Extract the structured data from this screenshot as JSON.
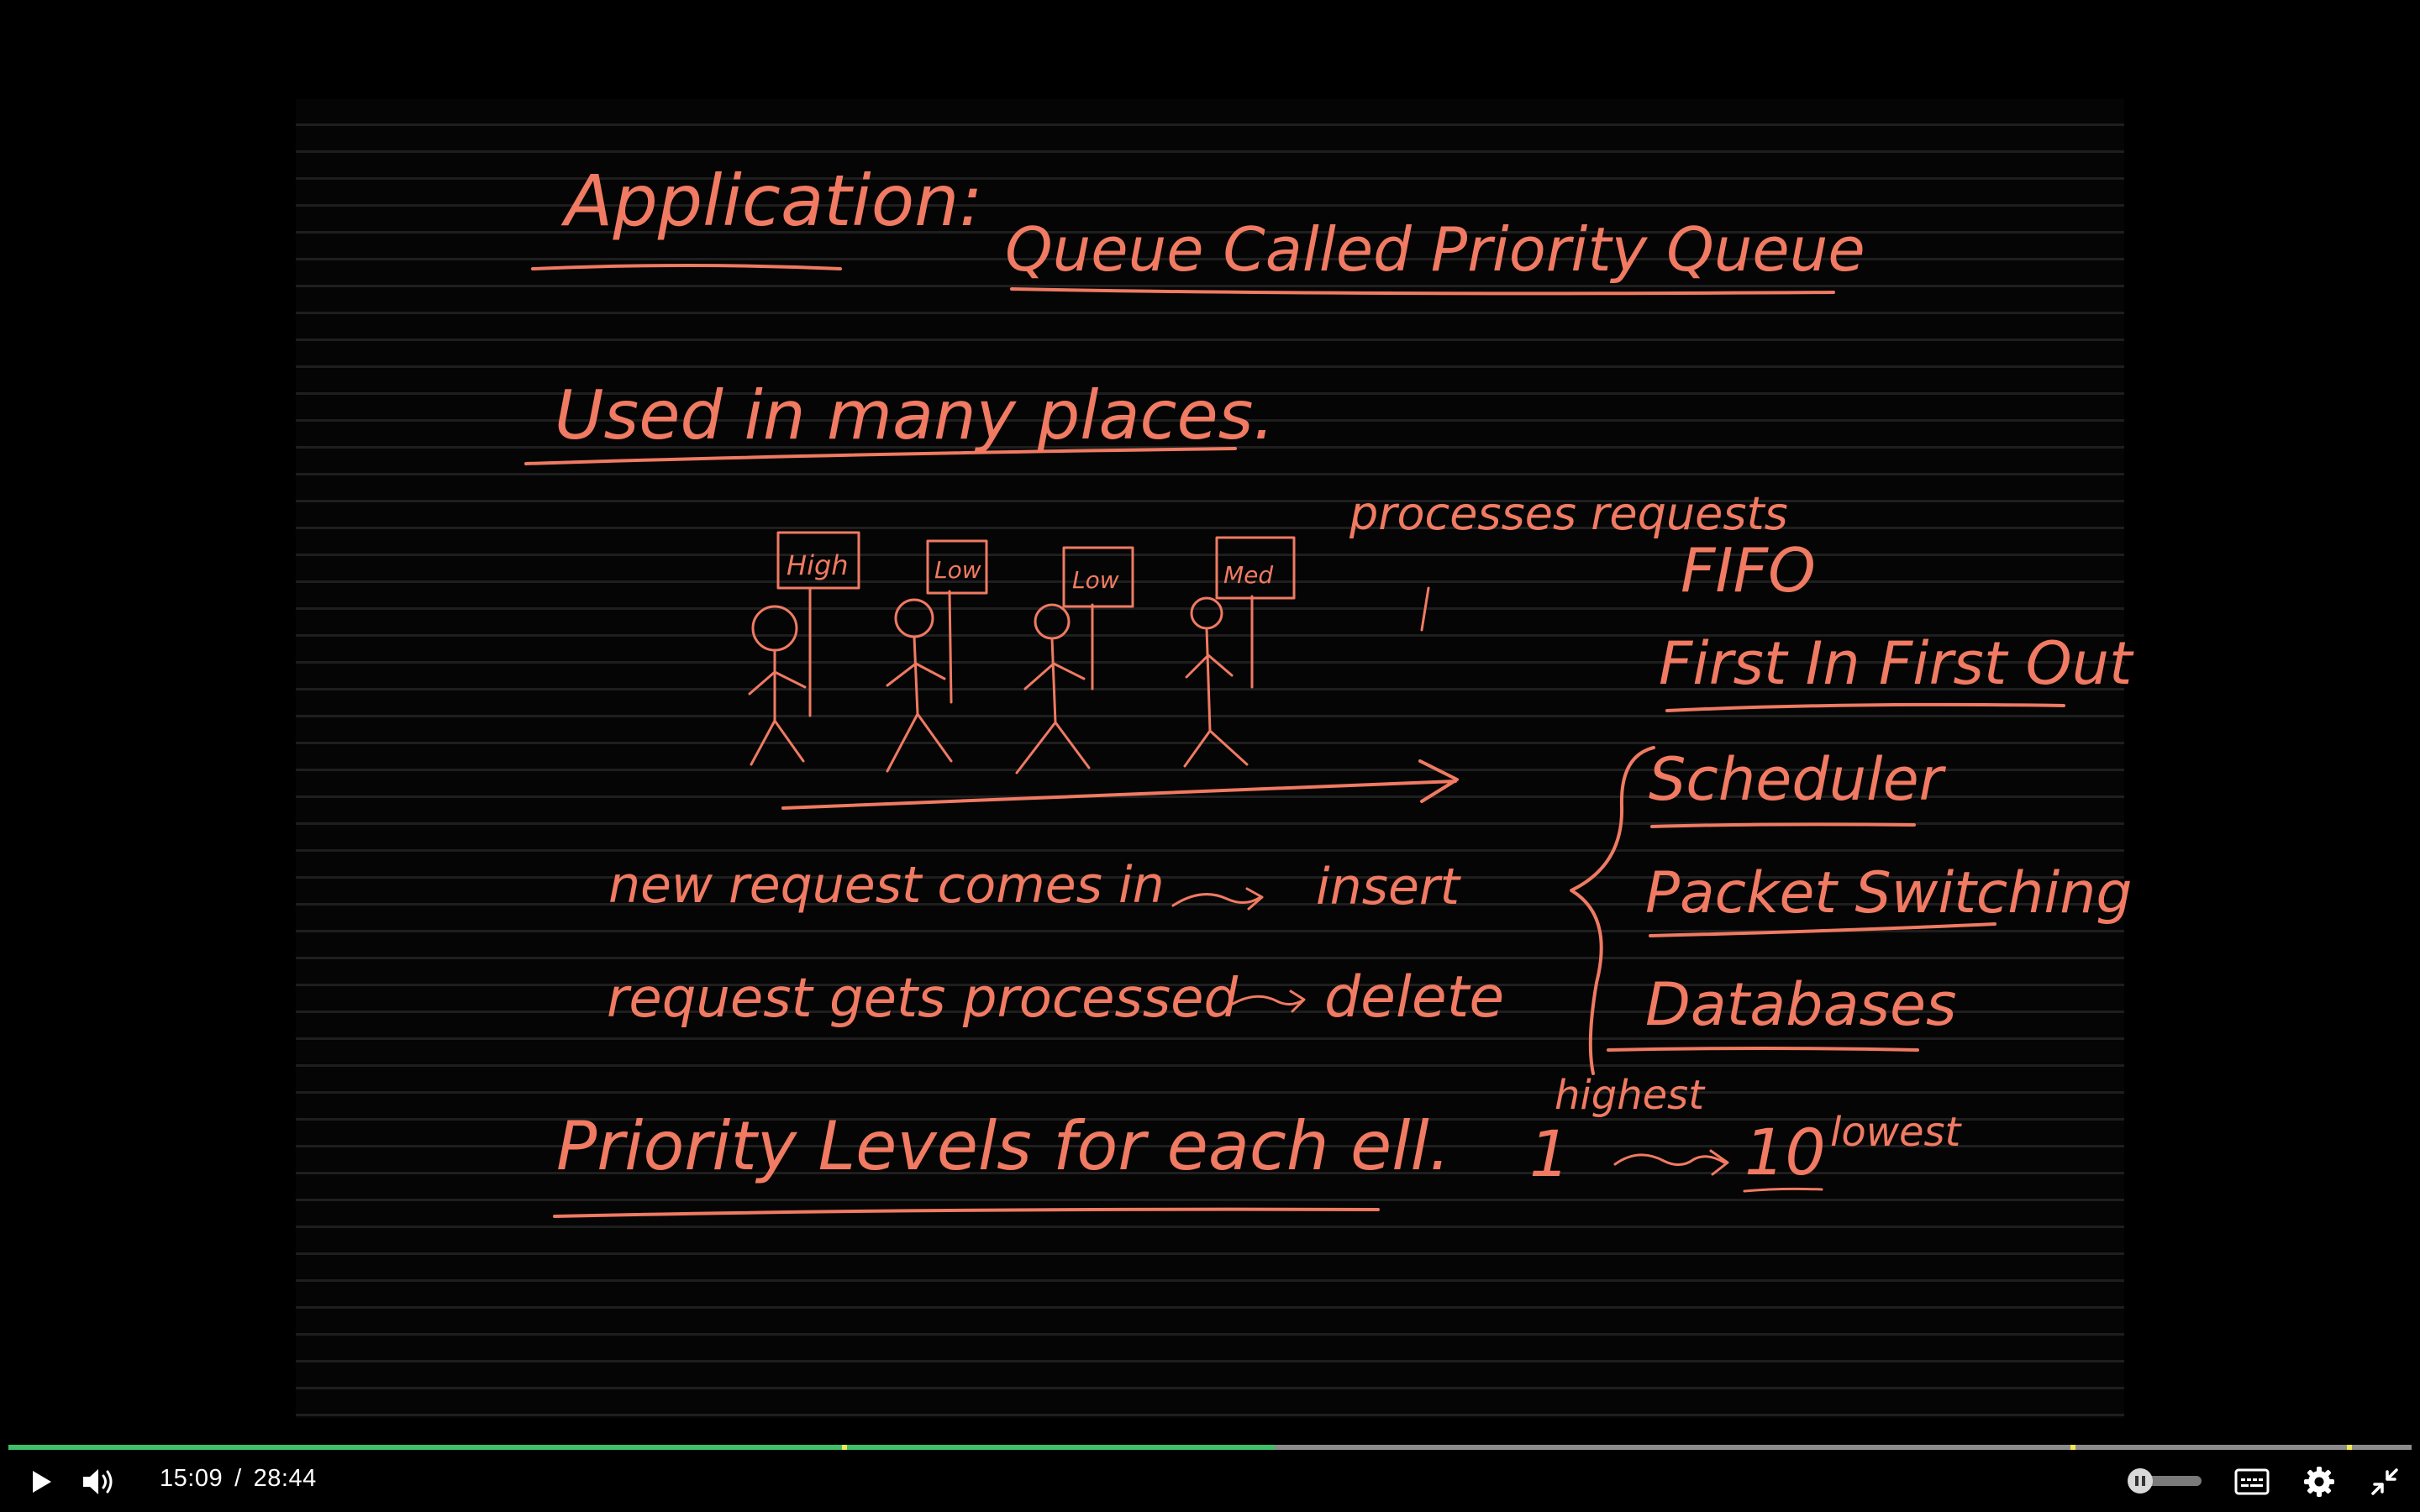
{
  "player": {
    "current_time": "15:09",
    "time_separator": "/",
    "total_duration": "28:44",
    "progress_fraction": 0.527,
    "buffered_fraction": 0.527,
    "chapter_marker_fractions": [
      0.347,
      0.858,
      0.973
    ],
    "colors": {
      "progress": "#3fbf6a",
      "track": "#8c8c8c",
      "marker": "#f2e94e",
      "ink": "#f07a62"
    },
    "icons": {
      "play": "play-icon",
      "volume": "volume-icon",
      "autoplay": "autoplay-toggle-icon",
      "captions": "captions-icon",
      "settings": "gear-icon",
      "fullscreen_exit": "exit-fullscreen-icon"
    }
  },
  "board": {
    "title_left": "Application:",
    "title_right": "Queue Called Priority Queue",
    "subtitle": "Used in many places.",
    "sign_labels": [
      "High",
      "Low",
      "Low",
      "Med"
    ],
    "processes_note": "processes requests",
    "fifo": "FIFO",
    "fifo_full": "First In First Out",
    "use_cases": [
      "Scheduler",
      "Packet Switching",
      "Databases"
    ],
    "insert_line": "new request comes in",
    "insert_op": "insert",
    "delete_line": "request gets processed",
    "delete_op": "delete",
    "priority_line": "Priority Levels for each ell.",
    "range_low": "1",
    "range_high": "10",
    "range_low_label": "highest",
    "range_high_label": "lowest"
  }
}
